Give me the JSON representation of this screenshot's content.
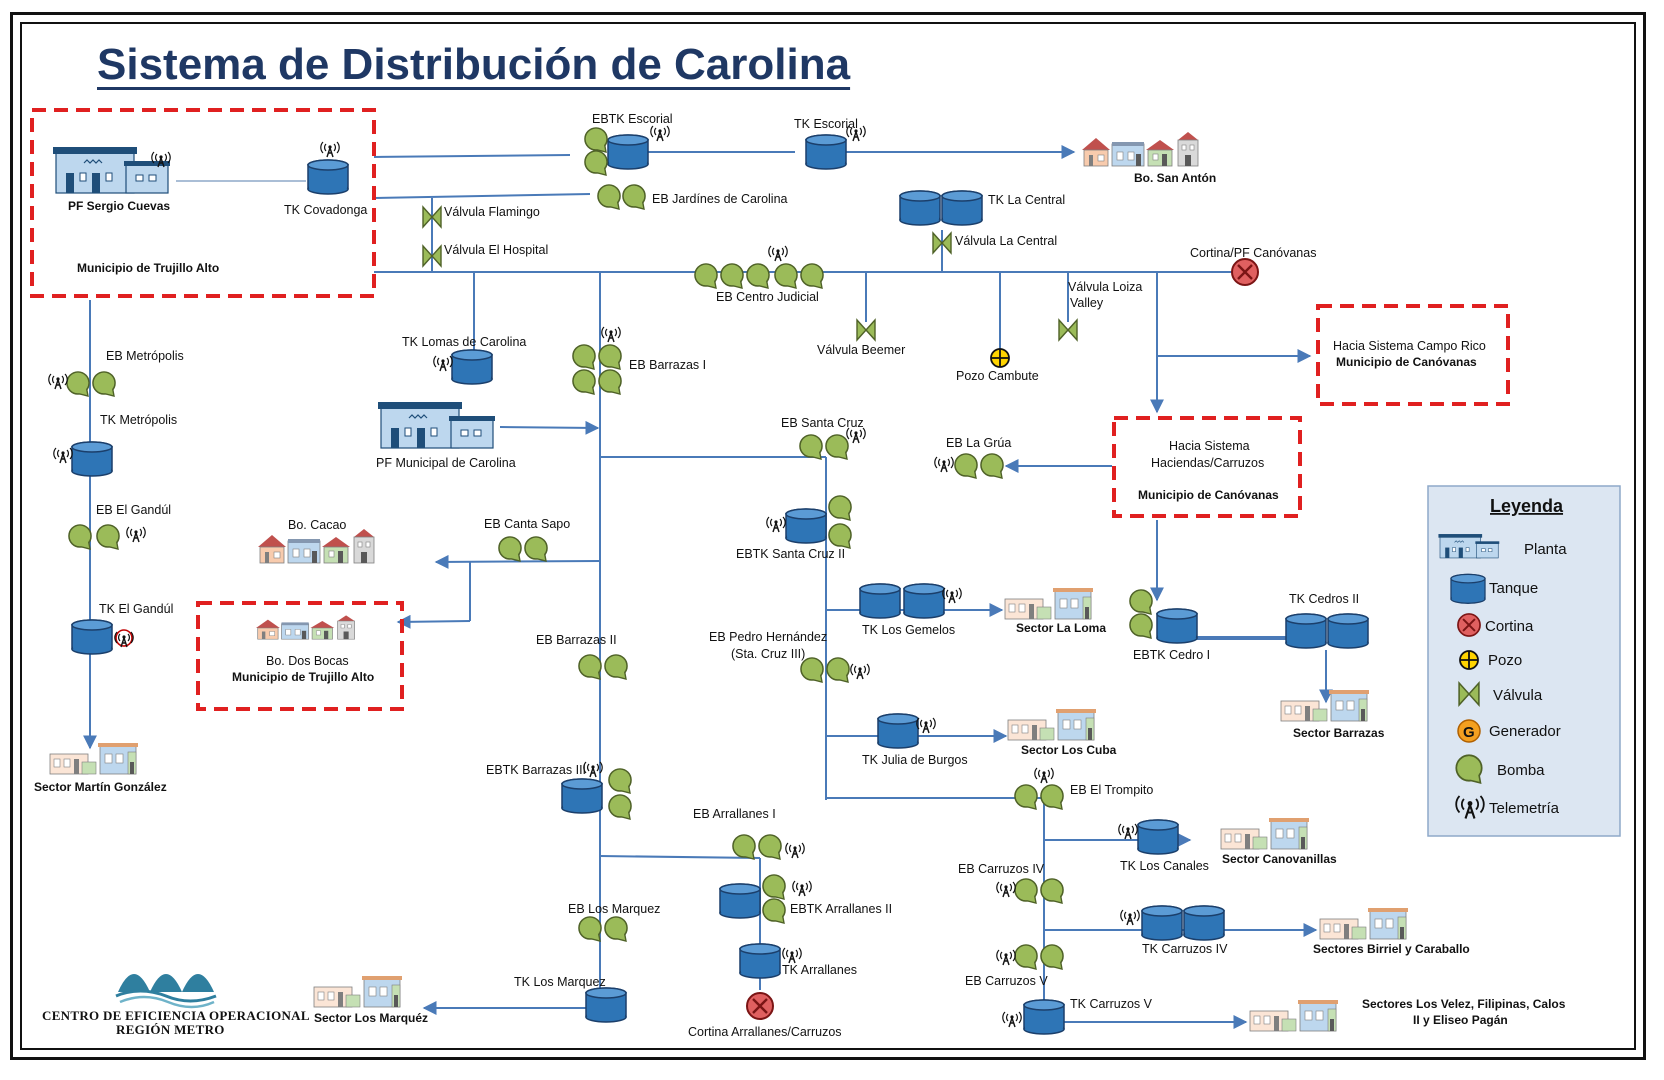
{
  "title": "Sistema de Distribución de Carolina",
  "colors": {
    "line": "#4a7ab8",
    "pump": "#9bbb59",
    "tank": "#2e75b6",
    "region_box": "#e02020",
    "legend_bg": "#dce6f2",
    "title": "#1f3864"
  },
  "nodes": {
    "pf_sergio": "PF Sergio Cuevas",
    "tk_covadonga": "TK Covadonga",
    "mun_trujillo": "Municipio de Trujillo Alto",
    "ebtk_escorial": "EBTK Escorial",
    "tk_escorial": "TK Escorial",
    "bo_san_anton": "Bo. San Antón",
    "eb_jardines": "EB Jardínes de Carolina",
    "valv_flamingo": "Válvula Flamingo",
    "valv_hospital": "Válvula El Hospital",
    "tk_la_central": "TK La Central",
    "valv_la_central": "Válvula La Central",
    "cortina_canovanas": "Cortina/PF Canóvanas",
    "eb_centro_judicial": "EB Centro Judicial",
    "valv_loiza_1": "Válvula Loiza",
    "valv_loiza_2": "Valley",
    "valv_beemer": "Válvula Beemer",
    "pozo_cambute": "Pozo Cambute",
    "campo_rico_1": "Hacia Sistema Campo Rico",
    "campo_rico_2": "Municipio de Canóvanas",
    "eb_metropolis": "EB Metrópolis",
    "tk_metropolis": "TK Metrópolis",
    "tk_lomas": "TK Lomas de Carolina",
    "eb_barrazas_1": "EB Barrazas I",
    "pf_municipal": "PF Municipal de Carolina",
    "eb_santa_cruz": "EB Santa Cruz",
    "eb_la_grua": "EB La Grúa",
    "haciendas_1": "Hacia Sistema",
    "haciendas_2": "Haciendas/Carruzos",
    "haciendas_3": "Municipio de Canóvanas",
    "eb_el_gandul": "EB El Gandúl",
    "bo_cacao": "Bo. Cacao",
    "eb_canta_sapo": "EB Canta Sapo",
    "ebtk_santa_cruz_2": "EBTK Santa Cruz II",
    "tk_el_gandul": "TK El Gandúl",
    "bo_dos_bocas": "Bo. Dos Bocas",
    "mun_trujillo_2": "Municipio de Trujillo Alto",
    "tk_los_gemelos": "TK Los Gemelos",
    "sector_la_loma": "Sector La Loma",
    "tk_cedros_2": "TK Cedros II",
    "ebtk_cedro_1": "EBTK Cedro I",
    "sector_barrazas": "Sector Barrazas",
    "eb_barrazas_2": "EB Barrazas II",
    "eb_pedro_1": "EB Pedro Hernández",
    "eb_pedro_2": "(Sta. Cruz III)",
    "tk_julia": "TK Julia de Burgos",
    "sector_los_cuba": "Sector Los Cuba",
    "sector_martin": "Sector Martín González",
    "ebtk_barrazas_3": "EBTK Barrazas III",
    "eb_el_trompito": "EB El Trompito",
    "eb_arrallanes_1": "EB Arrallanes I",
    "tk_los_canales": "TK Los Canales",
    "sector_canovanillas": "Sector Canovanillas",
    "eb_carruzos_4": "EB Carruzos IV",
    "ebtk_arrallanes_2": "EBTK Arrallanes II",
    "eb_los_marquez": "EB Los Marquez",
    "tk_carruzos_4": "TK Carruzos IV",
    "sectores_birriel": "Sectores Birriel y Caraballo",
    "tk_arrallanes": "TK Arrallanes",
    "eb_carruzos_5": "EB Carruzos V",
    "tk_los_marquez": "TK Los Marquez",
    "tk_carruzos_5": "TK Carruzos V",
    "sectores_velez_1": "Sectores Los Velez, Filipinas, Calos",
    "sectores_velez_2": "II y Eliseo Pagán",
    "sector_marquez": "Sector Los Marquéz",
    "cortina_arrallanes": "Cortina Arrallanes/Carruzos"
  },
  "legend": {
    "title": "Leyenda",
    "planta": "Planta",
    "tanque": "Tanque",
    "cortina": "Cortina",
    "pozo": "Pozo",
    "valvula": "Válvula",
    "generador": "Generador",
    "generador_glyph": "G",
    "bomba": "Bomba",
    "telemetria": "Telemetría"
  },
  "logo": {
    "line1": "CENTRO DE EFICIENCIA OPERACIONAL",
    "line2": "REGIÓN METRO"
  },
  "icons": [
    "plant-icon",
    "tank-icon",
    "pump-icon",
    "valve-icon",
    "well-icon",
    "curtain-icon",
    "generator-icon",
    "telemetry-icon",
    "houses-icon"
  ]
}
